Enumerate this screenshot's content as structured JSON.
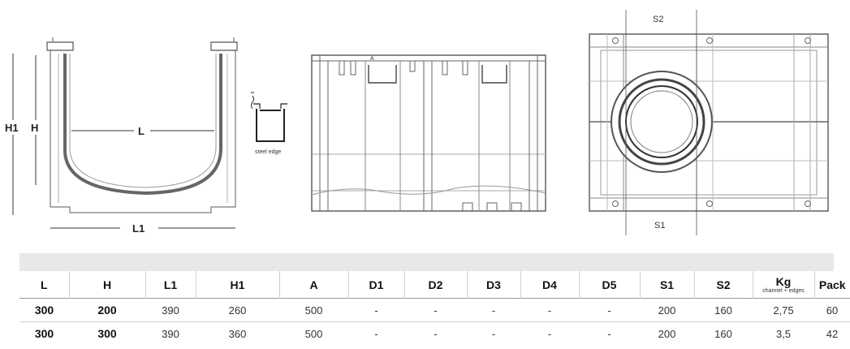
{
  "drawing": {
    "labels": {
      "h1": "H1",
      "h": "H",
      "l": "L",
      "l1": "L1",
      "s1": "S1",
      "s2": "S2",
      "steel_edge": "steel edge",
      "a": "A"
    }
  },
  "table": {
    "headers": [
      {
        "label": "L"
      },
      {
        "label": "H"
      },
      {
        "label": "L1"
      },
      {
        "label": "H1"
      },
      {
        "label": "A"
      },
      {
        "label": "D1"
      },
      {
        "label": "D2"
      },
      {
        "label": "D3"
      },
      {
        "label": "D4"
      },
      {
        "label": "D5"
      },
      {
        "label": "S1"
      },
      {
        "label": "S2"
      },
      {
        "label": "Kg",
        "sub": "channel + edges"
      },
      {
        "label": "Pack"
      }
    ],
    "rows": [
      [
        "300",
        "200",
        "390",
        "260",
        "500",
        "-",
        "-",
        "-",
        "-",
        "-",
        "200",
        "160",
        "2,75",
        "60"
      ],
      [
        "300",
        "300",
        "390",
        "360",
        "500",
        "-",
        "-",
        "-",
        "-",
        "-",
        "200",
        "160",
        "3,5",
        "42"
      ]
    ]
  }
}
